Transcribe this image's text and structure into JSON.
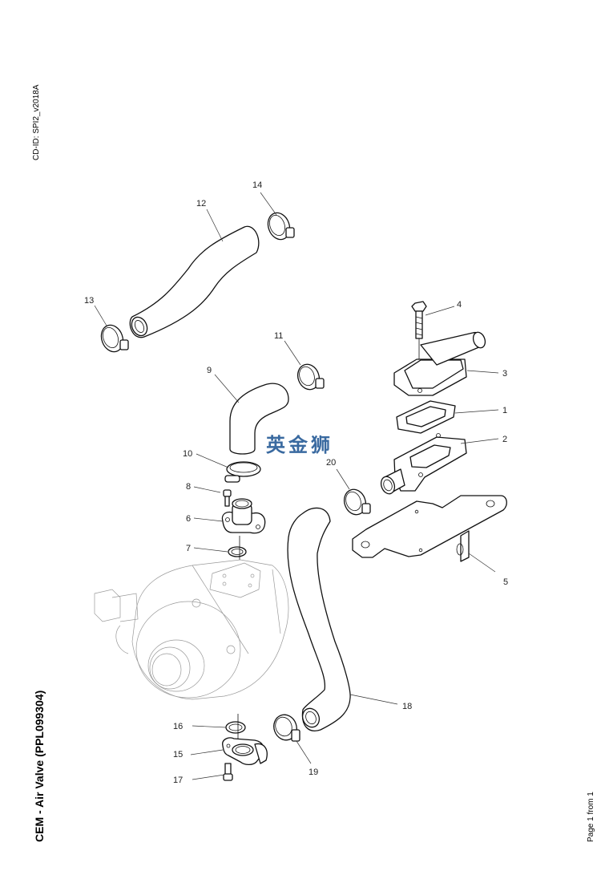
{
  "header": {
    "cd_id": "CD-ID: SPI2_v2018A"
  },
  "title": "CEM - Air Valve (PPL099304)",
  "footer": {
    "page_label": "Page 1 from 1"
  },
  "watermark": "英金狮",
  "callouts": [
    "1",
    "2",
    "3",
    "4",
    "5",
    "6",
    "7",
    "8",
    "9",
    "10",
    "11",
    "12",
    "13",
    "14",
    "15",
    "16",
    "17",
    "18",
    "19",
    "20"
  ]
}
